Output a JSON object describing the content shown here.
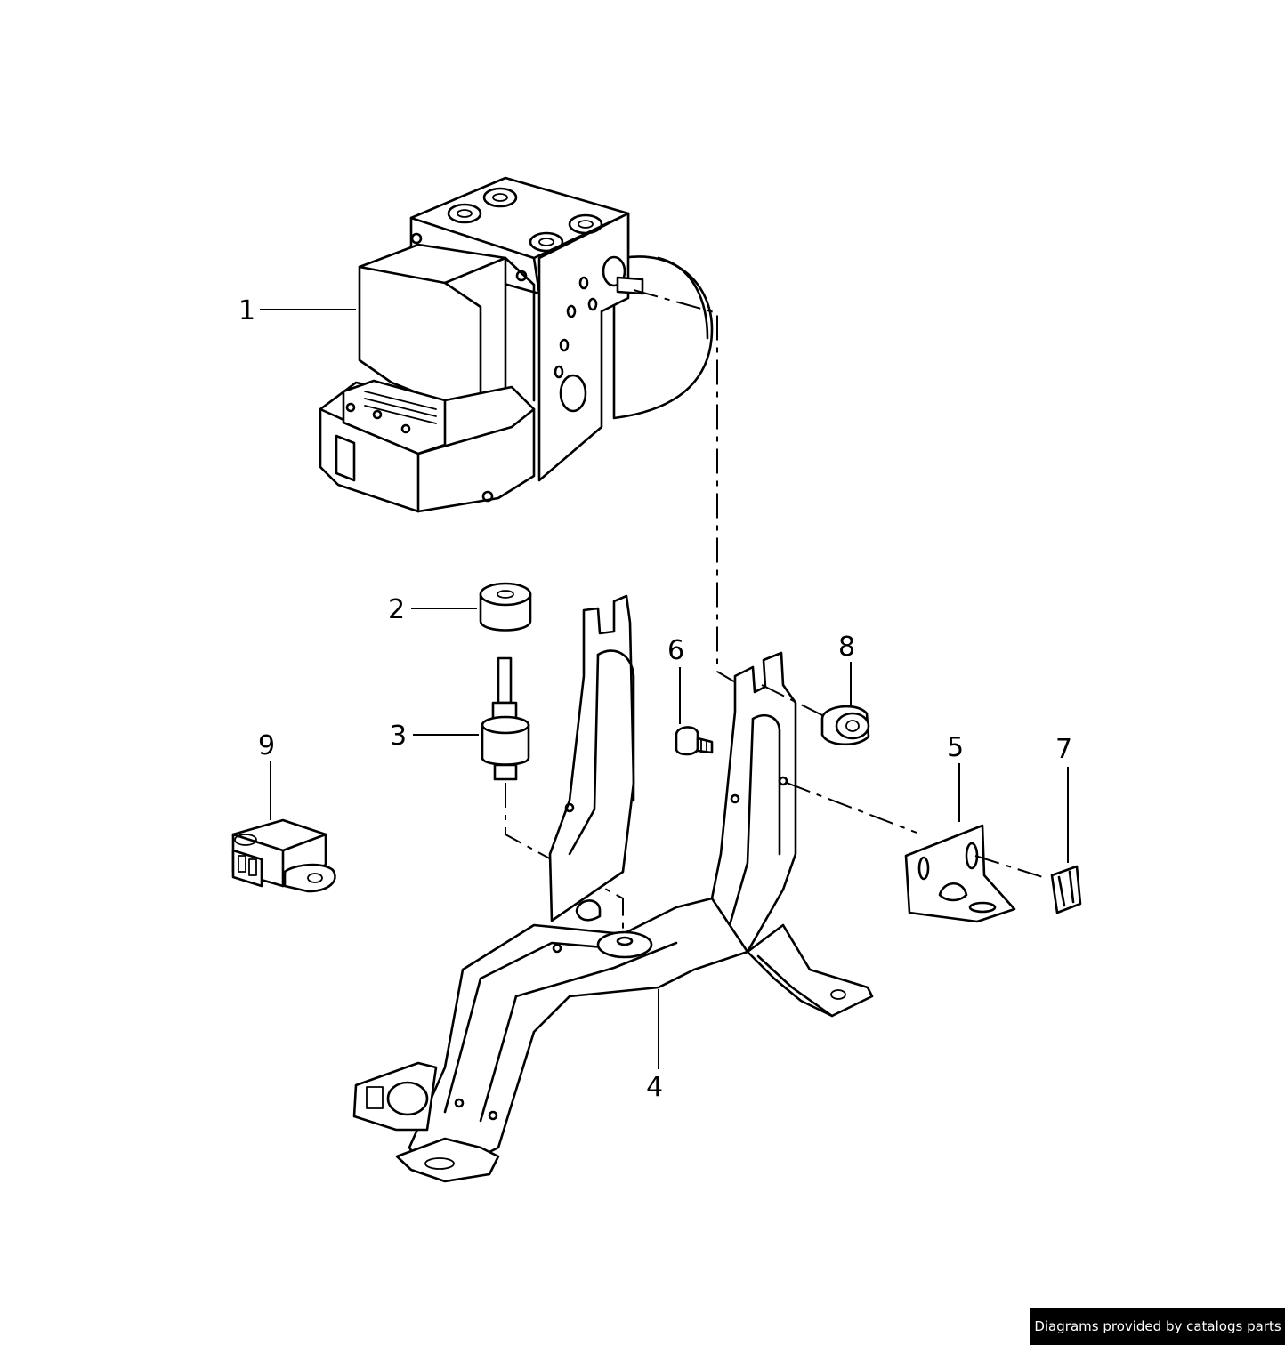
{
  "callouts": [
    {
      "id": "1",
      "label": "1",
      "part": "hydraulic-unit"
    },
    {
      "id": "2",
      "label": "2",
      "part": "rubber-buffer"
    },
    {
      "id": "3",
      "label": "3",
      "part": "rubber-mount"
    },
    {
      "id": "4",
      "label": "4",
      "part": "bracket"
    },
    {
      "id": "5",
      "label": "5",
      "part": "holder-plate"
    },
    {
      "id": "6",
      "label": "6",
      "part": "bolt"
    },
    {
      "id": "7",
      "label": "7",
      "part": "clip"
    },
    {
      "id": "8",
      "label": "8",
      "part": "nut"
    },
    {
      "id": "9",
      "label": "9",
      "part": "sensor-connector"
    }
  ],
  "credit": {
    "text": "Diagrams provided by catalogs parts"
  }
}
